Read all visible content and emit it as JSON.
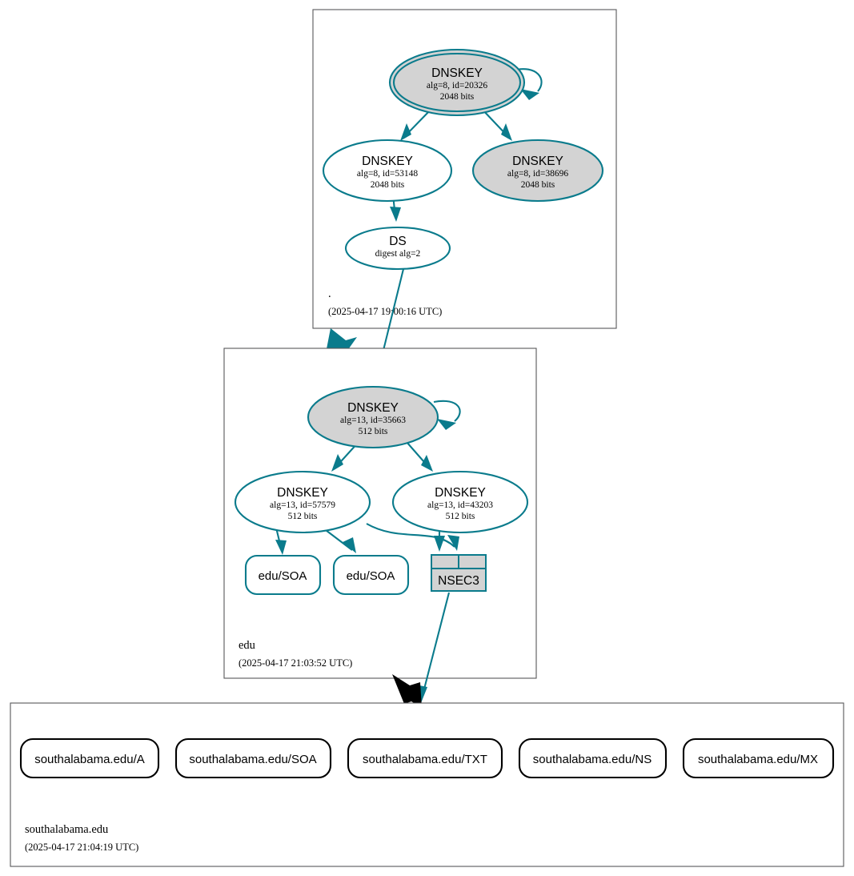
{
  "diagram": {
    "kind": "dnssec-authentication-chain",
    "colors": {
      "secure": "#0a7b8c",
      "insecure": "#000000",
      "node_fill_signing": "#d3d3d3",
      "node_fill_plain": "#ffffff",
      "zone_border": "#58585a",
      "background": "#ffffff"
    }
  },
  "zones": [
    {
      "id": "root",
      "name": ".",
      "timestamp": "(2025-04-17 19:00:16 UTC)",
      "nodes": [
        {
          "id": "root-ksk",
          "type": "DNSKEY",
          "title": "DNSKEY",
          "line2": "alg=8, id=20326",
          "line3": "2048 bits",
          "alg": 8,
          "key_id": 20326,
          "key_size": "2048 bits",
          "role": "trust-anchor-ksk",
          "trust_anchor": true,
          "double_border": true,
          "fill": "signing",
          "self_signed": true
        },
        {
          "id": "root-zsk-53148",
          "type": "DNSKEY",
          "title": "DNSKEY",
          "line2": "alg=8, id=53148",
          "line3": "2048 bits",
          "alg": 8,
          "key_id": 53148,
          "key_size": "2048 bits",
          "role": "zsk",
          "trust_anchor": false,
          "double_border": false,
          "fill": "plain",
          "self_signed": false
        },
        {
          "id": "root-zsk-38696",
          "type": "DNSKEY",
          "title": "DNSKEY",
          "line2": "alg=8, id=38696",
          "line3": "2048 bits",
          "alg": 8,
          "key_id": 38696,
          "key_size": "2048 bits",
          "role": "zsk-signing",
          "trust_anchor": false,
          "double_border": false,
          "fill": "signing",
          "self_signed": false
        },
        {
          "id": "root-ds",
          "type": "DS",
          "title": "DS",
          "line2": "digest alg=2",
          "line3": "",
          "digest_alg": 2,
          "role": "ds",
          "fill": "plain"
        }
      ]
    },
    {
      "id": "edu",
      "name": "edu",
      "timestamp": "(2025-04-17 21:03:52 UTC)",
      "nodes": [
        {
          "id": "edu-ksk",
          "type": "DNSKEY",
          "title": "DNSKEY",
          "line2": "alg=13, id=35663",
          "line3": "512 bits",
          "alg": 13,
          "key_id": 35663,
          "key_size": "512 bits",
          "role": "ksk",
          "trust_anchor": false,
          "double_border": false,
          "fill": "signing",
          "self_signed": true
        },
        {
          "id": "edu-zsk-57579",
          "type": "DNSKEY",
          "title": "DNSKEY",
          "line2": "alg=13, id=57579",
          "line3": "512 bits",
          "alg": 13,
          "key_id": 57579,
          "key_size": "512 bits",
          "role": "zsk",
          "trust_anchor": false,
          "double_border": false,
          "fill": "plain",
          "self_signed": false
        },
        {
          "id": "edu-zsk-43203",
          "type": "DNSKEY",
          "title": "DNSKEY",
          "line2": "alg=13, id=43203",
          "line3": "512 bits",
          "alg": 13,
          "key_id": 43203,
          "key_size": "512 bits",
          "role": "zsk",
          "trust_anchor": false,
          "double_border": false,
          "fill": "plain",
          "self_signed": false
        },
        {
          "id": "edu-soa-1",
          "type": "RRSET",
          "title": "edu/SOA",
          "role": "rrset",
          "status": "secure"
        },
        {
          "id": "edu-soa-2",
          "type": "RRSET",
          "title": "edu/SOA",
          "role": "rrset",
          "status": "secure"
        },
        {
          "id": "edu-nsec3",
          "type": "NSEC3",
          "title": "NSEC3",
          "role": "nsec3-proof",
          "status": "secure",
          "cells": 2
        }
      ]
    },
    {
      "id": "southalabama",
      "name": "southalabama.edu",
      "timestamp": "(2025-04-17 21:04:19 UTC)",
      "nodes": [
        {
          "id": "sa-a",
          "type": "RRSET",
          "title": "southalabama.edu/A",
          "role": "rrset",
          "status": "insecure"
        },
        {
          "id": "sa-soa",
          "type": "RRSET",
          "title": "southalabama.edu/SOA",
          "role": "rrset",
          "status": "insecure"
        },
        {
          "id": "sa-txt",
          "type": "RRSET",
          "title": "southalabama.edu/TXT",
          "role": "rrset",
          "status": "insecure"
        },
        {
          "id": "sa-ns",
          "type": "RRSET",
          "title": "southalabama.edu/NS",
          "role": "rrset",
          "status": "insecure"
        },
        {
          "id": "sa-mx",
          "type": "RRSET",
          "title": "southalabama.edu/MX",
          "role": "rrset",
          "status": "insecure"
        }
      ]
    }
  ],
  "edges": [
    {
      "from": "root-ksk",
      "to": "root-ksk",
      "kind": "self-sign",
      "status": "secure"
    },
    {
      "from": "root-ksk",
      "to": "root-zsk-53148",
      "kind": "rrsig",
      "status": "secure"
    },
    {
      "from": "root-ksk",
      "to": "root-zsk-38696",
      "kind": "rrsig",
      "status": "secure"
    },
    {
      "from": "root-zsk-53148",
      "to": "root-ds",
      "kind": "rrsig",
      "status": "secure"
    },
    {
      "from": "root-ds",
      "to": "edu-ksk",
      "kind": "ds-to-dnskey",
      "status": "secure"
    },
    {
      "from": "root",
      "to": "edu",
      "kind": "delegation",
      "status": "secure"
    },
    {
      "from": "edu-ksk",
      "to": "edu-ksk",
      "kind": "self-sign",
      "status": "secure"
    },
    {
      "from": "edu-ksk",
      "to": "edu-zsk-57579",
      "kind": "rrsig",
      "status": "secure"
    },
    {
      "from": "edu-ksk",
      "to": "edu-zsk-43203",
      "kind": "rrsig",
      "status": "secure"
    },
    {
      "from": "edu-zsk-57579",
      "to": "edu-soa-1",
      "kind": "rrsig",
      "status": "secure"
    },
    {
      "from": "edu-zsk-57579",
      "to": "edu-soa-2",
      "kind": "rrsig",
      "status": "secure"
    },
    {
      "from": "edu-zsk-57579",
      "to": "edu-nsec3",
      "kind": "rrsig",
      "status": "secure"
    },
    {
      "from": "edu-zsk-43203",
      "to": "edu-nsec3",
      "kind": "rrsig",
      "status": "secure"
    },
    {
      "from": "edu-nsec3",
      "to": "southalabama",
      "kind": "nsec3-proof",
      "status": "secure"
    },
    {
      "from": "edu",
      "to": "southalabama",
      "kind": "delegation",
      "status": "insecure"
    }
  ]
}
